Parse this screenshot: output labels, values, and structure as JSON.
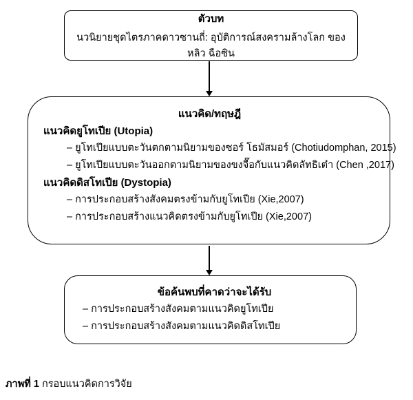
{
  "top_box": {
    "title": "ตัวบท",
    "subtitle": "นวนิยายชุดไตรภาคดาวซานถี่: อุบัติการณ์สงครามล้างโลก ของ หลิว ฉือซิน"
  },
  "middle_box": {
    "title": "แนวคิด/ทฤษฎี",
    "sections": [
      {
        "heading": "แนวคิดยูโทเปีย (Utopia)",
        "items": [
          "– ยูโทเปียแบบตะวันตกตามนิยามของซอร์ โธมัสมอร์ (Chotiudomphan, 2015)",
          "– ยูโทเปียแบบตะวันออกตามนิยามของขงจื๊อกับแนวคิดลัทธิเต๋า (Chen ,2017)"
        ]
      },
      {
        "heading": "แนวคิดดิสโทเปีย (Dystopia)",
        "items": [
          "– การประกอบสร้างสังคมตรงข้ามกับยูโทเปีย (Xie,2007)",
          "– การประกอบสร้างแนวคิดตรงข้ามกับยูโทเปีย (Xie,2007)"
        ]
      }
    ]
  },
  "bottom_box": {
    "title": "ข้อค้นพบที่คาดว่าจะได้รับ",
    "items": [
      "– การประกอบสร้างสังคมตามแนวคิดยูโทเปีย",
      "– การประกอบสร้างสังคมตามแนวคิดดิสโทเปีย"
    ]
  },
  "caption": {
    "label": "ภาพที่ 1",
    "text": " กรอบแนวคิดการวิจัย"
  },
  "colors": {
    "border": "#000000",
    "text": "#000000",
    "background": "#ffffff"
  }
}
